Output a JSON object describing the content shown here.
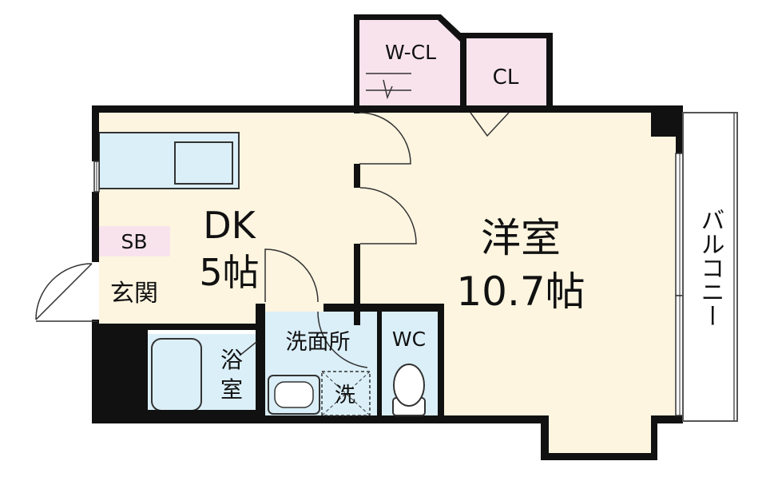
{
  "colors": {
    "wall": "#111111",
    "dk_floor": "#fdf5e0",
    "wash_area": "#dbeff8",
    "closet": "#f8e3ec",
    "balcony": "#ffffff"
  },
  "rooms": {
    "dk": {
      "name": "DK",
      "size": "5帖"
    },
    "western": {
      "name": "洋室",
      "size": "10.7帖"
    },
    "walk_in_closet": {
      "name": "W-CL"
    },
    "closet": {
      "name": "CL"
    },
    "shoe_box": {
      "name": "SB"
    },
    "entrance": {
      "name": "玄関"
    },
    "bath": {
      "line1": "浴",
      "line2": "室"
    },
    "washroom": {
      "name": "洗面所"
    },
    "washer": {
      "name": "洗"
    },
    "toilet": {
      "name": "WC"
    },
    "balcony": {
      "name": "バルコニー"
    }
  }
}
